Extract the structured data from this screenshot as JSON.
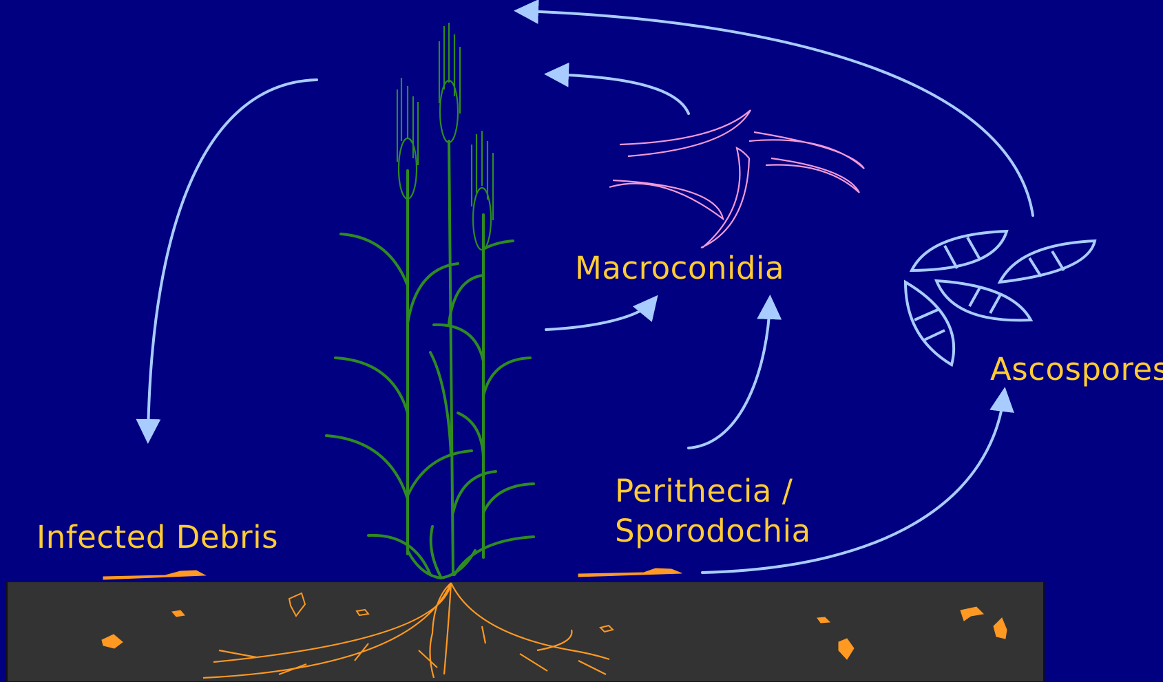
{
  "labels": {
    "macroconidia": "Macroconidia",
    "ascospores": "Ascospores",
    "perithecia_line1": "Perithecia /",
    "perithecia_line2": "Sporodochia",
    "infected_debris": "Infected Debris"
  },
  "colors": {
    "background": "#000080",
    "label": "#FFCC33",
    "arrow": "#A8CCFF",
    "plant": "#2E8B22",
    "macroconidia": "#F09AD8",
    "ascospores": "#A8CCFF",
    "debris": "#FF9922",
    "soil": "#333333"
  }
}
